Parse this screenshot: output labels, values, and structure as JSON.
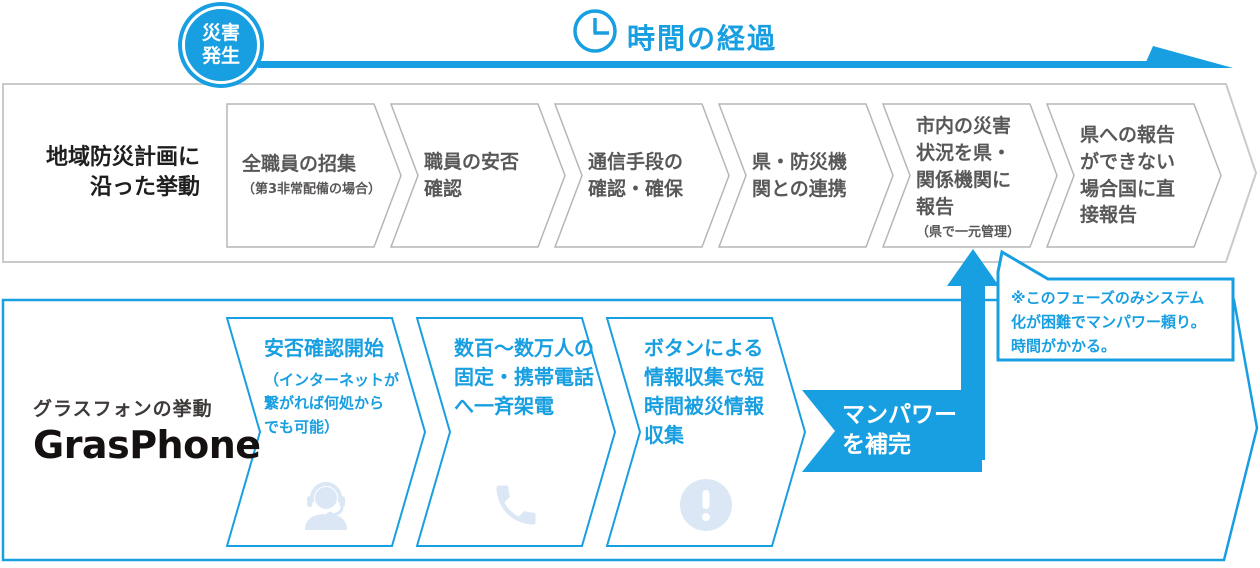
{
  "colors": {
    "blue": "#189fe1",
    "icon_light_blue": "#dbe7f5",
    "gray_container_border": "#c9caca",
    "gray_chevron_border": "#b5b6b7",
    "gray_text": "#595757"
  },
  "badge": {
    "label": "災害\n発生"
  },
  "timeline": {
    "title": "時間の経過",
    "icon": "clock-icon"
  },
  "plan_row": {
    "label": "地域防災計画に\n沿った挙動",
    "steps": [
      {
        "title": "全職員の招集",
        "note": "（第3非常配備の場合）"
      },
      {
        "title": "職員の安否\n確認",
        "note": ""
      },
      {
        "title": "通信手段の\n確認・確保",
        "note": ""
      },
      {
        "title": "県・防災機\n関との連携",
        "note": ""
      },
      {
        "title": "市内の災害\n状況を県・\n関係機関に\n報告",
        "note": "（県で一元管理）"
      },
      {
        "title": "県への報告\nができない\n場合国に直\n接報告",
        "note": ""
      }
    ]
  },
  "gras_row": {
    "label": "グラスフォンの挙動",
    "brand": "GrasPhone",
    "steps": [
      {
        "title": "安否確認開始",
        "note": "（インターネットが\n繋がれば何処から\nでも可能）",
        "icon": "operator-headset-icon"
      },
      {
        "title": "数百〜数万人の\n固定・携帯電話\nへ一斉架電",
        "note": "",
        "icon": "phone-icon"
      },
      {
        "title": "ボタンによる\n情報収集で短\n時間被災情報\n収集",
        "note": "",
        "icon": "exclamation-icon"
      }
    ]
  },
  "manpower": {
    "label": "マンパワー\nを補完"
  },
  "callout": {
    "text": "※このフェーズのみシステム\n化が困難でマンパワー頼り。\n時間がかかる。"
  }
}
